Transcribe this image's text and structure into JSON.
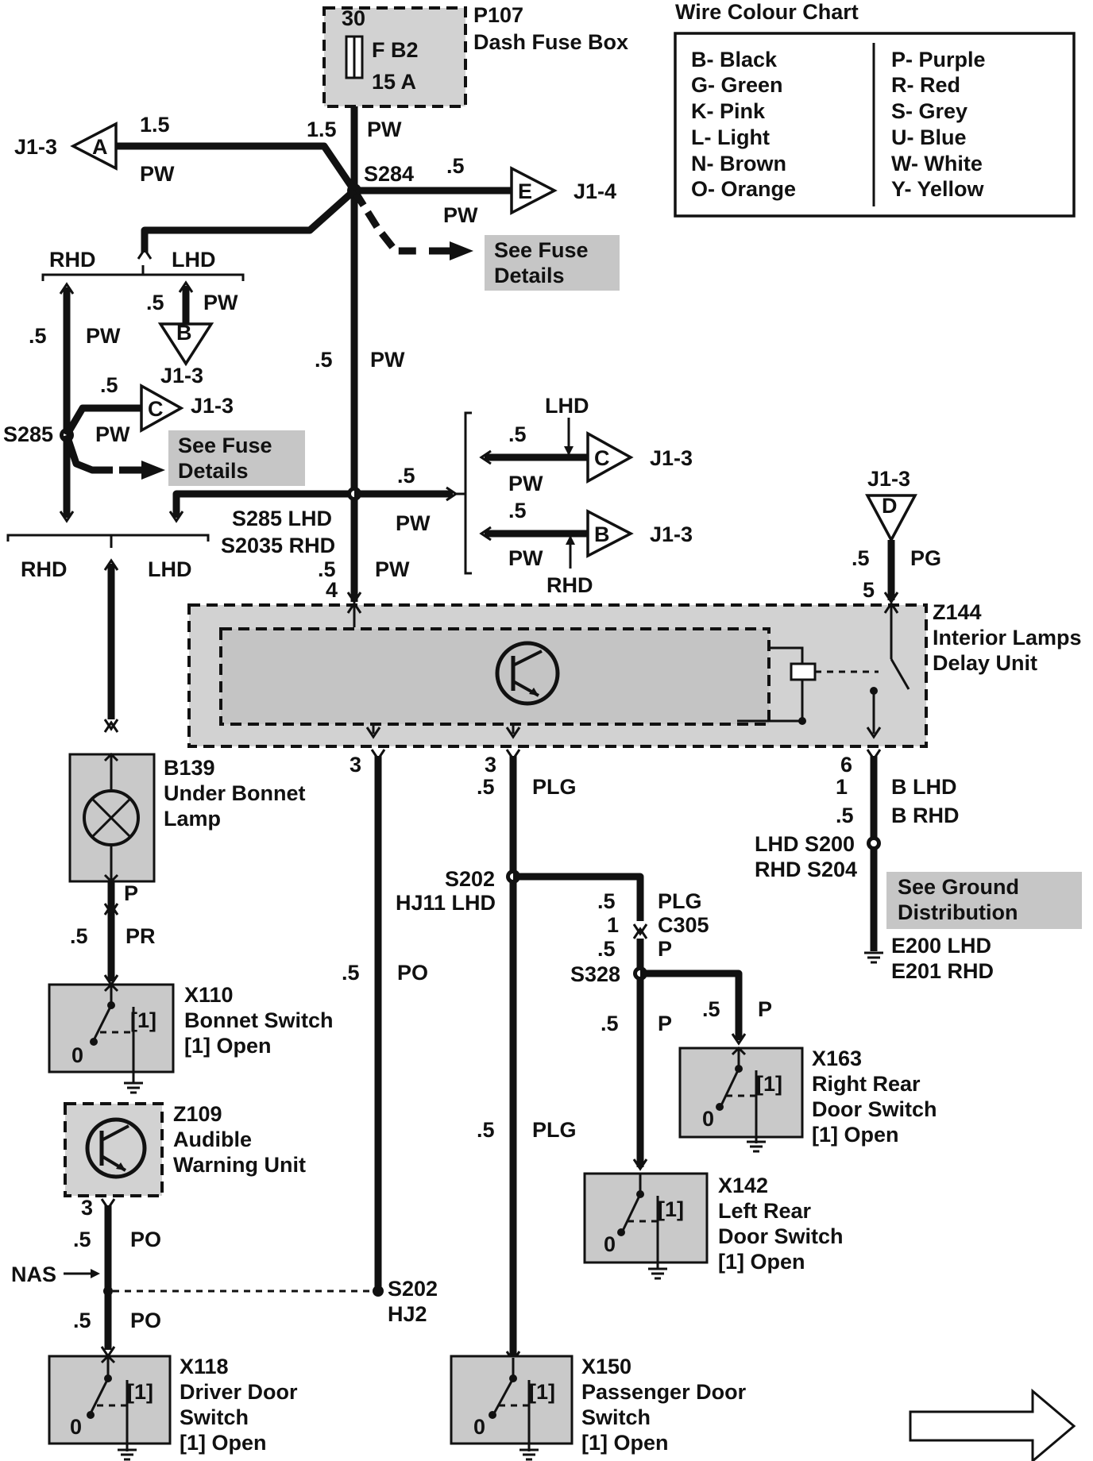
{
  "fuse": {
    "id": "P107",
    "name": "Dash Fuse Box",
    "pin": "30",
    "label": "F B2",
    "rating": "15 A"
  },
  "chart": {
    "title": "Wire Colour Chart",
    "left": [
      "B- Black",
      "G- Green",
      "K- Pink",
      "L- Light",
      "N- Brown",
      "O- Orange"
    ],
    "right": [
      "P- Purple",
      "R- Red",
      "S- Grey",
      "U- Blue",
      "W- White",
      "Y- Yellow"
    ]
  },
  "wires": {
    "fuse_out_size": "1.5",
    "fuse_out_color": "PW",
    "a_size": "1.5",
    "a_color": "PW",
    "e_size": ".5",
    "e_color": "PW",
    "trunk_size": ".5",
    "trunk_color": "PW",
    "b_size": ".5",
    "b_color": "PW",
    "left_size": ".5",
    "left_color": "PW",
    "c_size": ".5",
    "c_color": "PW",
    "branch_size": ".5",
    "branch_color": "PW",
    "c2_size": ".5",
    "c2_color": "PW",
    "b2_size": ".5",
    "b2_color": "PW",
    "pin4_size": ".5",
    "pin4_color": "PW",
    "d_size": ".5",
    "d_color": "PG",
    "bonnet_size": ".5",
    "bonnet_color": "PR",
    "p_color": "P",
    "po_size": ".5",
    "po_color": "PO",
    "plg_size": ".5",
    "plg_color": "PLG",
    "plg2_size": ".5",
    "plg2_color": "PLG",
    "c305_size1": ".5",
    "c305_color1": "PLG",
    "c305_size2": "1",
    "c305_size3": ".5",
    "c305_color3": "P",
    "x163_size": ".5",
    "x163_color": "P",
    "x142_size": ".5",
    "x142_color": "P",
    "z109_size": ".5",
    "z109_color": "PO",
    "x118_size": ".5",
    "x118_color": "PO",
    "gnd_size1": "1",
    "gnd_color1": "B LHD",
    "gnd_size2": ".5",
    "gnd_color2": "B RHD"
  },
  "connectors": {
    "a": {
      "letter": "A",
      "ref": "J1-3"
    },
    "e": {
      "letter": "E",
      "ref": "J1-4"
    },
    "b": {
      "letter": "B",
      "ref": "J1-3"
    },
    "c": {
      "letter": "C",
      "ref": "J1-3"
    },
    "c2": {
      "letter": "C",
      "ref": "J1-3"
    },
    "b2": {
      "letter": "B",
      "ref": "J1-3"
    },
    "d": {
      "letter": "D",
      "ref": "J1-3"
    }
  },
  "splices": {
    "s284": "S284",
    "s285": "S285",
    "s285lhd": "S285 LHD",
    "s2035rhd": "S2035 RHD",
    "s202": "S202",
    "hj11": "HJ11 LHD",
    "s328": "S328",
    "s200": "LHD S200",
    "s204": "RHD S204",
    "s202b": "S202",
    "hj2": "HJ2",
    "nas": "NAS"
  },
  "labels": {
    "rhd": "RHD",
    "lhd": "LHD",
    "see_fuse_1": "See Fuse",
    "see_fuse_2": "Details",
    "see_ground_1": "See Ground",
    "see_ground_2": "Distribution",
    "c305": "C305",
    "e200": "E200 LHD",
    "e201": "E201 RHD"
  },
  "pins": {
    "p4": "4",
    "p5": "5",
    "p3a": "3",
    "p3b": "3",
    "p6": "6",
    "p3z": "3"
  },
  "components": {
    "z144": {
      "id": "Z144",
      "line1": "Interior Lamps",
      "line2": "Delay Unit"
    },
    "b139": {
      "id": "B139",
      "line1": "Under Bonnet",
      "line2": "Lamp"
    },
    "x110": {
      "id": "X110",
      "line1": "Bonnet Switch",
      "line2": "[1] Open"
    },
    "z109": {
      "id": "Z109",
      "line1": "Audible",
      "line2": "Warning Unit"
    },
    "x118": {
      "id": "X118",
      "line1": "Driver Door",
      "line2": "Switch",
      "line3": "[1] Open"
    },
    "x150": {
      "id": "X150",
      "line1": "Passenger Door",
      "line2": "Switch",
      "line3": "[1] Open"
    },
    "x163": {
      "id": "X163",
      "line1": "Right Rear",
      "line2": "Door Switch",
      "line3": "[1] Open"
    },
    "x142": {
      "id": "X142",
      "line1": "Left Rear",
      "line2": "Door Switch",
      "line3": "[1] Open"
    }
  },
  "switch_marks": {
    "pos": "[1]",
    "zero": "0"
  },
  "icons": [
    "fuse-icon",
    "connector-triangle-icon",
    "transistor-icon",
    "lamp-icon",
    "switch-icon",
    "ground-icon",
    "relay-icon",
    "next-page-arrow-icon"
  ]
}
